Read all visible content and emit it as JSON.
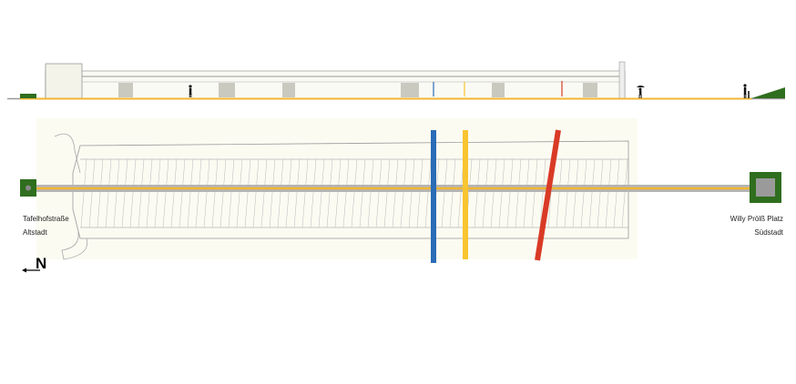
{
  "labels": {
    "west_street": "Tafelhofstraße",
    "west_district": "Altstadt",
    "east_street": "Willy Prölß Platz",
    "east_district": "Südstadt",
    "north": "N"
  },
  "colors": {
    "green": "#2f6e1e",
    "path_yellow": "#f2b632",
    "path_gray": "#b5b5b5",
    "blue": "#2a6cb6",
    "yellow": "#f8c531",
    "red": "#d93a26",
    "sketch_bg": "#fbfbf2"
  }
}
